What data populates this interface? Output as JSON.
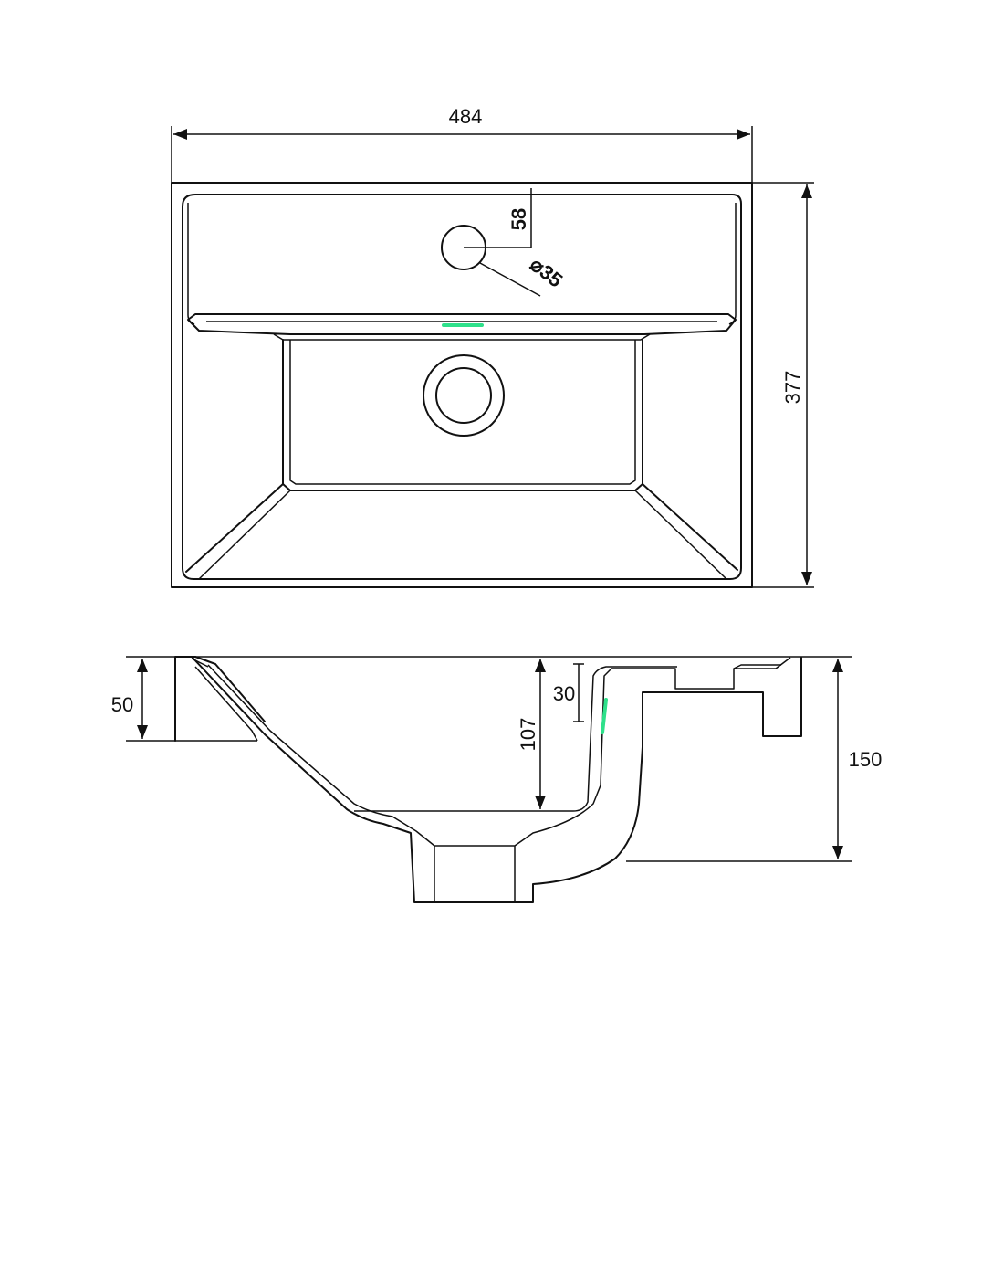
{
  "dimensions": {
    "width": "484",
    "depth": "377",
    "tap_hole_offset": "58",
    "tap_hole_diameter": "⌀35",
    "rim_height": "50",
    "bowl_depth": "107",
    "overflow_offset": "30",
    "total_height": "150"
  },
  "colors": {
    "line": "#111111",
    "overflow_accent": "#2ee08a",
    "background": "#ffffff"
  }
}
